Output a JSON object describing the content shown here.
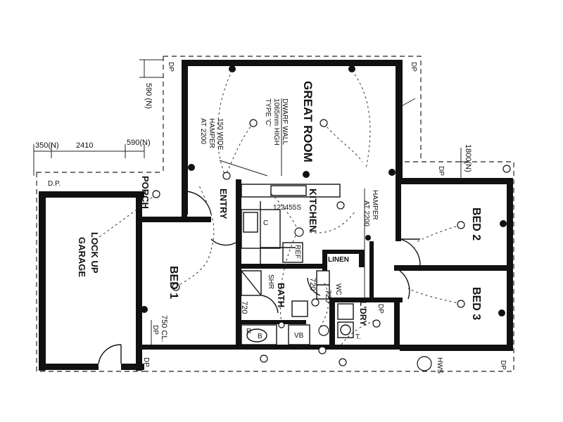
{
  "rooms": {
    "great_room": "GREAT ROOM",
    "kitchen": "KITCHEN",
    "entry": "ENTRY",
    "porch": "PORCH",
    "bed1": "BED 1",
    "bed2": "BED 2",
    "bed3": "BED 3",
    "garage_line1": "LOCK UP",
    "garage_line2": "GARAGE",
    "bath": "BATH",
    "linen": "LINEN",
    "laundry": "L'DRY"
  },
  "dimensions": {
    "d350": "350(N)",
    "d2410": "2410",
    "d590a": "590(N)",
    "d590b": "590 (N)",
    "d1800": "1800(N)",
    "d720a": "720",
    "d720b": "720",
    "d720c": "720",
    "d750": "750 CL."
  },
  "notes": {
    "dwarf1": "DWARF WALL",
    "dwarf2": "1065mm HIGH",
    "dwarf3": "TYPE 'C'",
    "hamper_l1": "150 WIDE",
    "hamper_l2": "HAMPER",
    "hamper_l3": "AT 2200",
    "hamper_r1": "HAMPER",
    "hamper_r2": "AT 2200",
    "kitchen_code": "123455S",
    "ref": "REF",
    "shr": "SHR",
    "vb": "VB",
    "wc": "WC",
    "tr": "T.",
    "hws": "HWS",
    "dp1": "DP",
    "dp2": "DP",
    "dp3": "DP",
    "dp4": "D.P.",
    "dp5": "DP",
    "dp6": "DP",
    "dp7": "DP",
    "dp8": "DP",
    "c": "C",
    "b": "B",
    "r": "R"
  }
}
